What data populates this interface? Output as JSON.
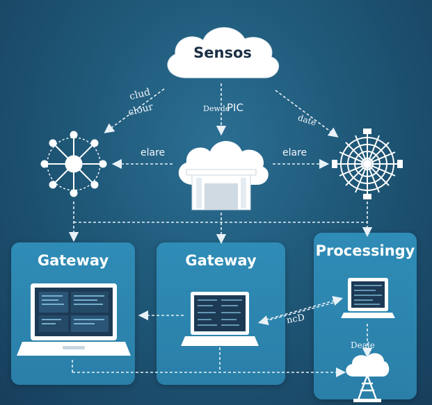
{
  "title_cloud": {
    "label": "Sensos"
  },
  "edge_labels": {
    "left_top_1": "clud",
    "left_top_2": "clour",
    "center_vertical": "Dewde",
    "center_right": "PIC",
    "right_diag": "date",
    "left_horizontal": "elare",
    "right_horizontal": "elare",
    "bottom_mid": "ncD",
    "right_vertical": "Deale"
  },
  "panels": {
    "left": {
      "title": "Gateway"
    },
    "middle": {
      "title": "Gateway"
    },
    "right": {
      "title": "Processingy"
    }
  },
  "colors": {
    "background": "#1f5878",
    "panel": "#2f8cb6",
    "icon": "#ffffff",
    "screen": "#1d3a55",
    "dashed_line": "#e8f1f7"
  },
  "icons": [
    "cloud-icon",
    "hub-network-icon",
    "cloud-gateway-icon",
    "radial-web-icon",
    "laptop-icon",
    "monitor-icon",
    "cloud-tower-icon"
  ]
}
